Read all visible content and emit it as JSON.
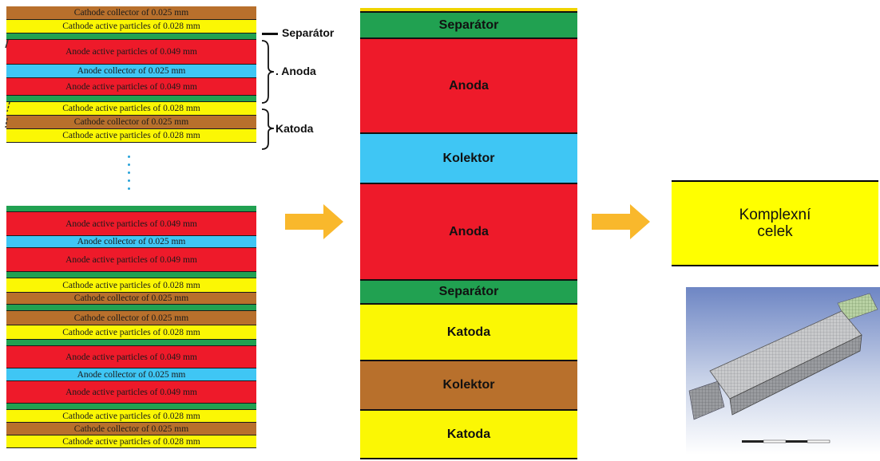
{
  "left_top_stack": [
    {
      "text": "Cathode collector of 0.025 mm",
      "color": "brown"
    },
    {
      "text": "Cathode active particles of 0.028 mm",
      "color": "yellow"
    },
    {
      "text": "",
      "color": "green"
    },
    {
      "text": "Anode active particles of 0.049 mm",
      "color": "red"
    },
    {
      "text": "Anode collector of 0.025 mm",
      "color": "blue"
    },
    {
      "text": "Anode active particles of 0.049 mm",
      "color": "red"
    },
    {
      "text": "",
      "color": "green"
    },
    {
      "text": "Cathode active particles of 0.028 mm",
      "color": "yellow"
    },
    {
      "text": "Cathode collector of 0.025 mm",
      "color": "brown"
    },
    {
      "text": "Cathode active particles of 0.028 mm",
      "color": "yellow"
    }
  ],
  "left_labels": {
    "separator": "Separátor",
    "anode": ". Anoda",
    "cathode": "Katoda"
  },
  "left_bottom_stack": [
    {
      "text": "",
      "color": "green"
    },
    {
      "text": "Anode active particles of 0.049 mm",
      "color": "red"
    },
    {
      "text": "Anode collector of 0.025 mm",
      "color": "blue"
    },
    {
      "text": "Anode active particles of 0.049 mm",
      "color": "red"
    },
    {
      "text": "",
      "color": "green"
    },
    {
      "text": "Cathode active particles of 0.028 mm",
      "color": "yellow"
    },
    {
      "text": "Cathode collector of 0.025 mm",
      "color": "brown"
    },
    {
      "text": "",
      "color": "green"
    },
    {
      "text": "Cathode collector of 0.025 mm",
      "color": "brown"
    },
    {
      "text": "Cathode active particles of 0.028 mm",
      "color": "yellow"
    },
    {
      "text": "",
      "color": "green"
    },
    {
      "text": "Anode active particles of 0.049 mm",
      "color": "red"
    },
    {
      "text": "Anode collector of 0.025 mm",
      "color": "blue"
    },
    {
      "text": "Anode active particles of 0.049 mm",
      "color": "red"
    },
    {
      "text": "",
      "color": "green"
    },
    {
      "text": "Cathode active particles of 0.028 mm",
      "color": "yellow"
    },
    {
      "text": "Cathode collector of 0.025 mm",
      "color": "brown"
    },
    {
      "text": "Cathode active particles of 0.028 mm",
      "color": "yellow"
    }
  ],
  "middle_stack": [
    {
      "text": "",
      "color": "gold"
    },
    {
      "text": "Separátor",
      "color": "green"
    },
    {
      "text": "Anoda",
      "color": "red"
    },
    {
      "text": "Kolektor",
      "color": "blue"
    },
    {
      "text": "Anoda",
      "color": "red"
    },
    {
      "text": "Separátor",
      "color": "green"
    },
    {
      "text": "Katoda",
      "color": "yellow"
    },
    {
      "text": "Kolektor",
      "color": "brown"
    },
    {
      "text": "Katoda",
      "color": "yellow"
    }
  ],
  "complex_block": {
    "text": "Komplexní\ncelek"
  },
  "colors": {
    "red": "#ee1a2a",
    "yellow": "#fbf704",
    "brown": "#b8702c",
    "blue": "#3fc6f4",
    "green": "#21a151",
    "gold": "#f0d400",
    "arrow": "#f9b82c",
    "complex": "#ffff00"
  },
  "mesh_image": {
    "description_icon": "mesh-model-icon"
  }
}
